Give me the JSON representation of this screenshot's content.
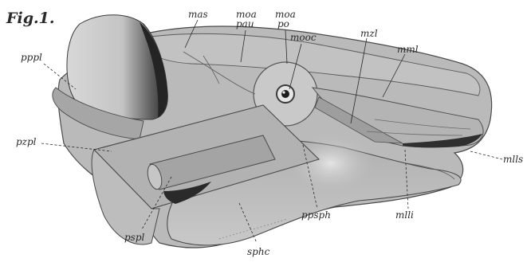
{
  "figure": {
    "title": "Fig.1."
  },
  "labels": {
    "mas": "mas",
    "moa_pau_line1": "moa",
    "moa_pau_line2": "pau",
    "moa_po_line1": "moa",
    "moa_po_line2": "po",
    "mooc": "mooc",
    "mzl": "mzl",
    "mml": "mml",
    "pppl": "pppl",
    "pzpl": "pzpl",
    "mlls": "mlls",
    "mlli": "mlli",
    "ppsph": "ppsph",
    "pspl": "pspl",
    "sphc": "sphc"
  },
  "colors": {
    "body_fill": "#b9b9b9",
    "muscle_fill": "#a9a9a9",
    "dark_shading": "#3a3a3a",
    "light_region": "#d4d4d4",
    "outline": "#4a4a4a",
    "text": "#2a2a2a"
  }
}
